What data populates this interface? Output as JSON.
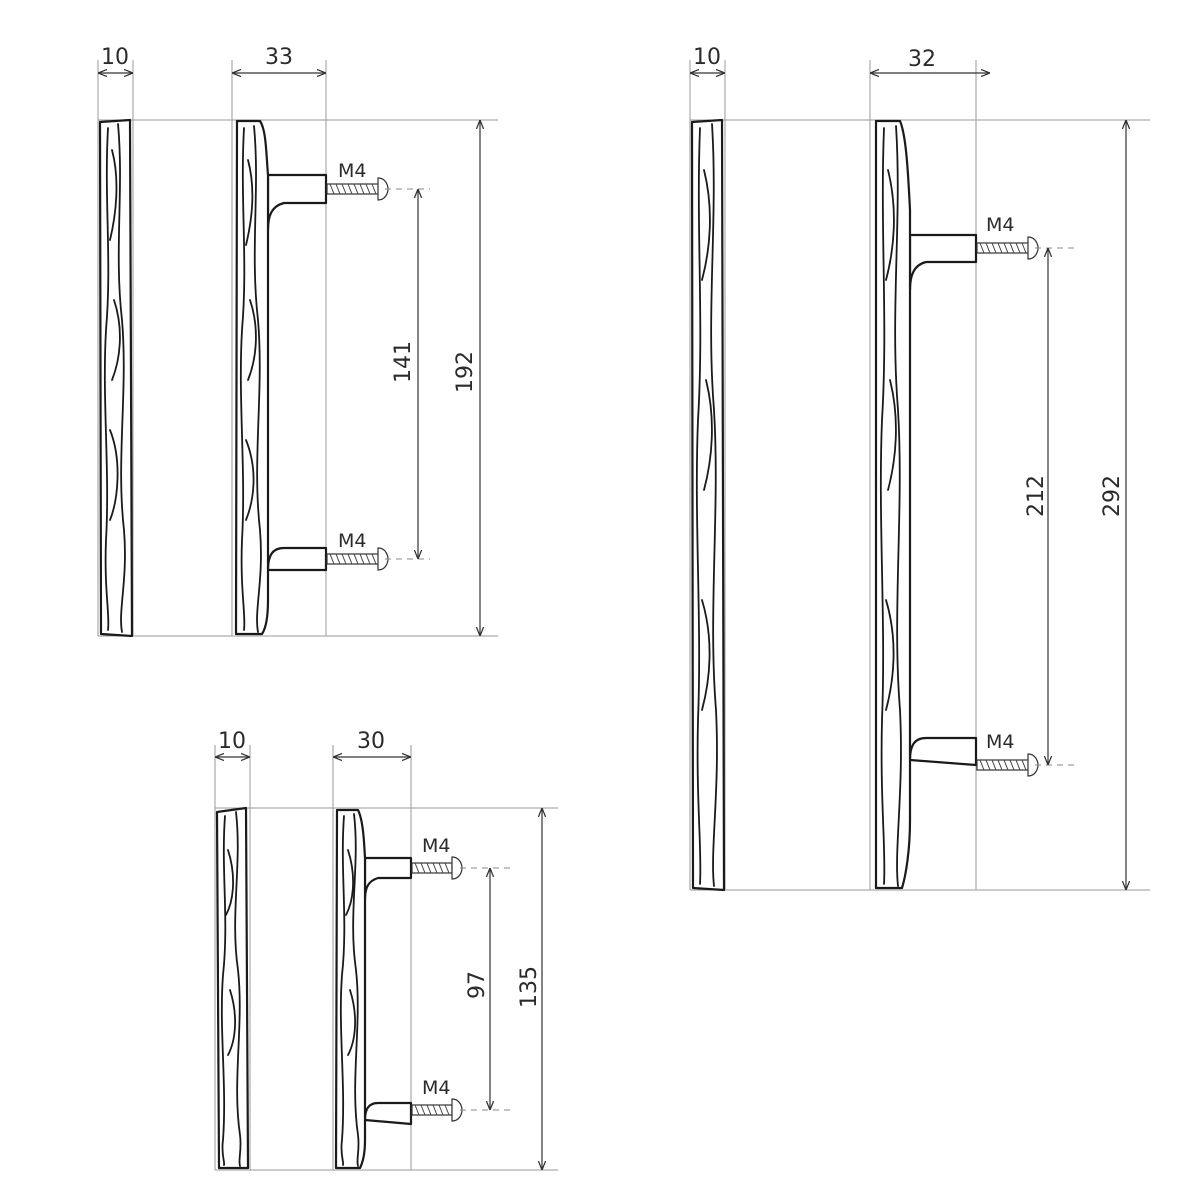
{
  "handles": [
    {
      "id": "small",
      "side_thickness_label": "10",
      "projection_label": "33",
      "hole_spacing_label": "141",
      "overall_length_label": "192",
      "thread_top_label": "M4",
      "thread_bottom_label": "M4"
    },
    {
      "id": "large",
      "side_thickness_label": "10",
      "projection_label": "32",
      "hole_spacing_label": "212",
      "overall_length_label": "292",
      "thread_top_label": "M4",
      "thread_bottom_label": "M4"
    },
    {
      "id": "mini",
      "side_thickness_label": "10",
      "projection_label": "30",
      "hole_spacing_label": "97",
      "overall_length_label": "135",
      "thread_top_label": "M4",
      "thread_bottom_label": "M4"
    }
  ],
  "colors": {
    "line": "#1a1a1a",
    "dimension": "#333333",
    "extension": "#9a9a9a",
    "background": "#ffffff"
  }
}
